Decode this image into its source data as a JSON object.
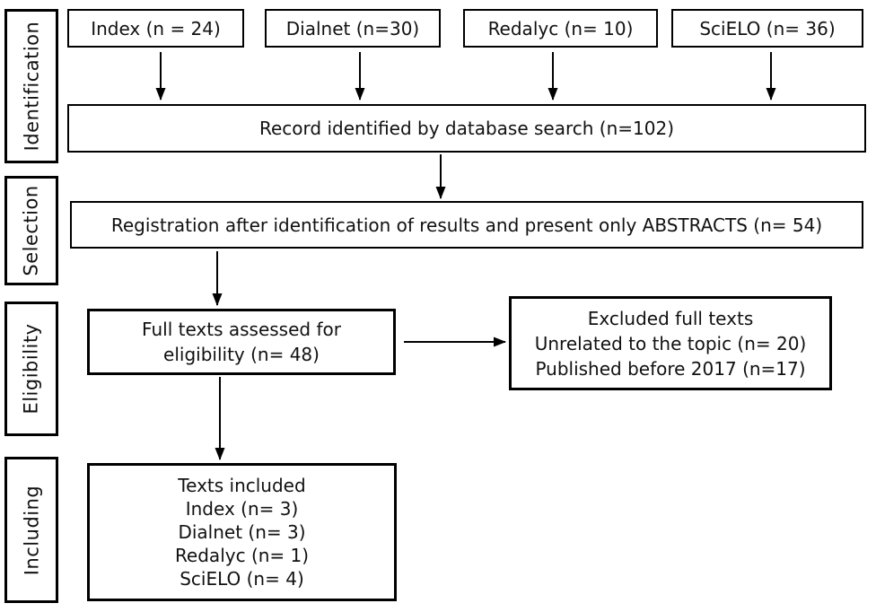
{
  "diagram": {
    "stages": [
      {
        "label": "Identification"
      },
      {
        "label": "Selection"
      },
      {
        "label": "Eligibility"
      },
      {
        "label": "Including"
      }
    ],
    "sources": [
      {
        "label": "Index (n = 24)"
      },
      {
        "label": "Dialnet (n=30)"
      },
      {
        "label": "Redalyc (n= 10)"
      },
      {
        "label": "SciELO (n= 36)"
      }
    ],
    "record_box": {
      "text": "Record identified by database search (n=102)"
    },
    "registration_box": {
      "text": "Registration after identification of results and present only ABSTRACTS (n= 54)"
    },
    "fulltext_box": {
      "lines": [
        "Full texts assessed for",
        "eligibility (n= 48)"
      ]
    },
    "excluded_box": {
      "lines": [
        "Excluded full texts",
        "Unrelated to the topic (n= 20)",
        "Published before 2017 (n=17)"
      ]
    },
    "included_box": {
      "lines": [
        "Texts included",
        "Index (n= 3)",
        "Dialnet (n= 3)",
        "Redalyc (n= 1)",
        "SciELO (n= 4)"
      ]
    },
    "colors": {
      "border": "#000000",
      "background": "#ffffff",
      "text": "#111111"
    }
  }
}
